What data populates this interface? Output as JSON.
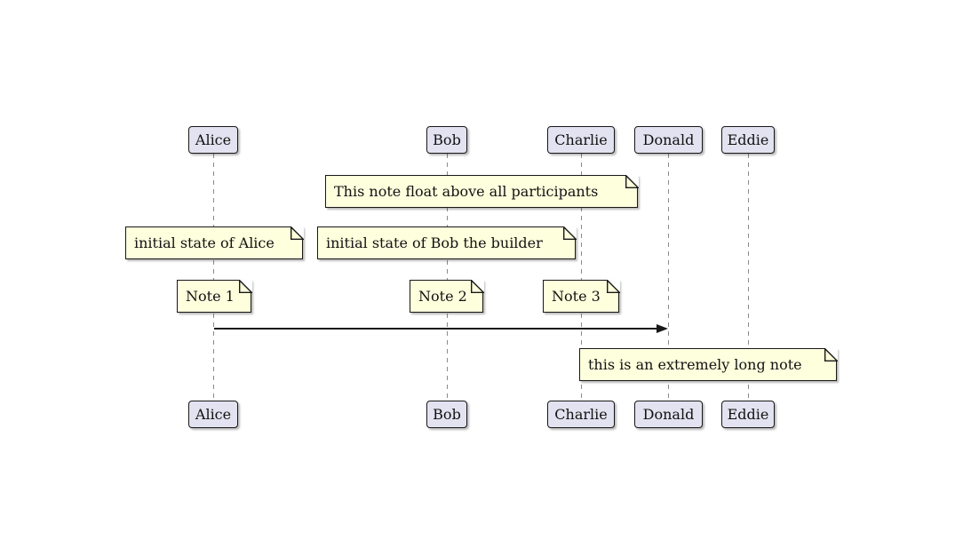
{
  "diagram_type": "sequence-diagram",
  "colors": {
    "background": "#FFFFFF",
    "participant_fill": "#E2E2F0",
    "participant_border": "#181818",
    "note_fill": "#FEFFDD",
    "note_border": "#181818",
    "lifeline": "#8A8A8A",
    "arrow": "#181818"
  },
  "participants": [
    {
      "name": "Alice"
    },
    {
      "name": "Bob"
    },
    {
      "name": "Charlie"
    },
    {
      "name": "Donald"
    },
    {
      "name": "Eddie"
    }
  ],
  "notes": {
    "float": {
      "text": "This note float above all participants"
    },
    "initial_alice": {
      "text": "initial state of Alice"
    },
    "initial_bob": {
      "text": "initial state of Bob the builder"
    },
    "note1": {
      "text": "Note 1"
    },
    "note2": {
      "text": "Note 2"
    },
    "note3": {
      "text": "Note 3"
    },
    "long": {
      "text": "this is an extremely long note"
    }
  },
  "message": {
    "from": "Alice",
    "to": "Donald"
  }
}
